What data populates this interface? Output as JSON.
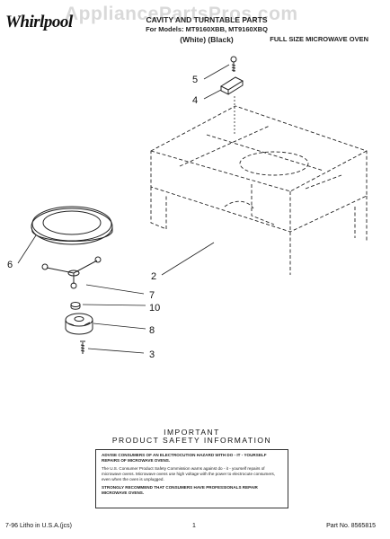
{
  "header": {
    "brand": "Whirlpool",
    "watermark": "AppliancePartsPros.com",
    "title_line1": "CAVITY AND TURNTABLE PARTS",
    "title_line2": "For Models: MT9160XBB, MT9160XBQ",
    "title_line3": "(White)    (Black)",
    "subtitle": "FULL SIZE MICROWAVE OVEN"
  },
  "callouts": [
    "5",
    "4",
    "6",
    "2",
    "7",
    "10",
    "8",
    "3"
  ],
  "notice": {
    "heading1": "IMPORTANT",
    "heading2": "PRODUCT  SAFETY  INFORMATION",
    "para1": "ADVISE CONSUMERS OF AN ELECTROCUTION HAZARD WITH DO - IT - YOURSELF REPAIRS OF MICROWAVE OVENS.",
    "para2": "The U.S. Consumer Product Safety Commission warns against do - it - yourself repairs of microwave ovens. Microwave ovens use high voltage with the power to electrocute consumers, even when the oven is unplugged.",
    "para3": "STRONGLY RECOMMEND THAT CONSUMERS HAVE PROFESSIONALS REPAIR MICROWAVE OVENS."
  },
  "footer": {
    "left": "7-96 Litho in U.S.A.(jcs)",
    "center": "1",
    "right": "Part No. 8565815"
  }
}
